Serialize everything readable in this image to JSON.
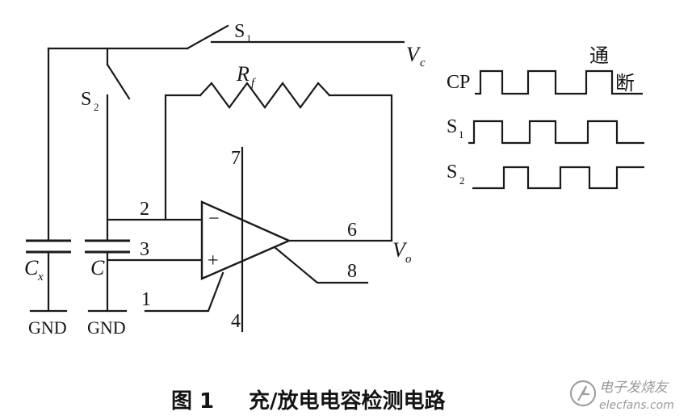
{
  "labels": {
    "switch1": "S",
    "switch1_sub": "1",
    "switch2": "S",
    "switch2_sub": "2",
    "vc": "V",
    "vc_sub": "c",
    "rf": "R",
    "rf_sub": "f",
    "pin7": "7",
    "pin2": "2",
    "pin3": "3",
    "pin6": "6",
    "pin8": "8",
    "pin1": "1",
    "pin4": "4",
    "vo": "V",
    "vo_sub": "o",
    "cx": "C",
    "cx_sub": "x",
    "c": "C",
    "gnd_left": "GND",
    "gnd_right": "GND",
    "minus": "−",
    "plus": "+"
  },
  "timing": {
    "cp": "CP",
    "s1": "S",
    "s1_sub": "1",
    "s2": "S",
    "s2_sub": "2",
    "on": "通",
    "off": "断"
  },
  "caption": {
    "number": "图 1",
    "title": "充/放电电容检测电路"
  },
  "watermark": {
    "text": "电子发烧友",
    "domain": "elecfans.com"
  }
}
